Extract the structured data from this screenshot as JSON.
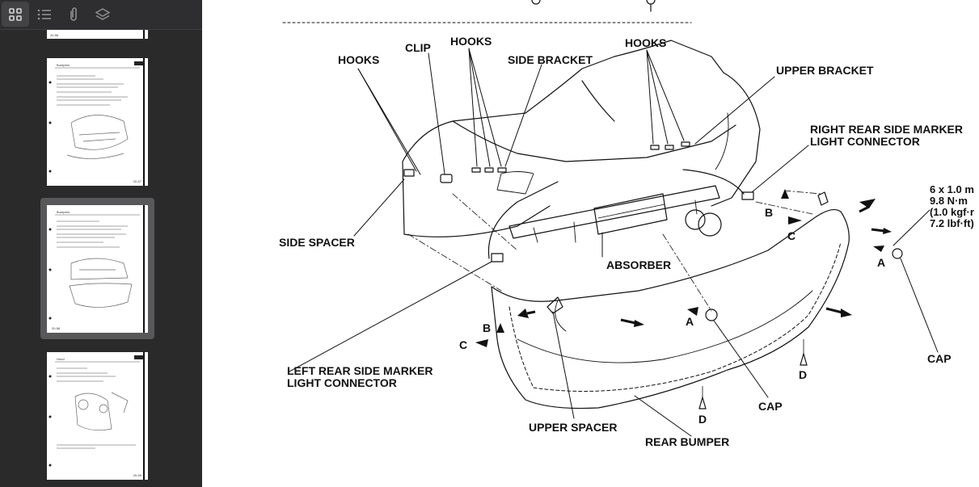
{
  "sidebar": {
    "toolbar": [
      {
        "name": "thumbnails",
        "icon": "grid-icon"
      },
      {
        "name": "outline",
        "icon": "list-icon"
      },
      {
        "name": "attachments",
        "icon": "paperclip-icon"
      },
      {
        "name": "layers",
        "icon": "layers-icon"
      }
    ],
    "thumbnails": [
      {
        "page_label": "20-56"
      },
      {
        "page_label": "20-57",
        "heading": "Bumpers"
      },
      {
        "page_label": "20-58",
        "heading": "Bumpers",
        "selected": true
      },
      {
        "page_label": "20-59",
        "heading": "Hood"
      }
    ]
  },
  "diagram": {
    "labels": {
      "hooks_left": "HOOKS",
      "clip": "CLIP",
      "hooks_center": "HOOKS",
      "side_bracket": "SIDE BRACKET",
      "hooks_right": "HOOKS",
      "upper_bracket": "UPPER BRACKET",
      "right_marker": "RIGHT REAR SIDE MARKER\nLIGHT CONNECTOR",
      "torque_1": "6 x 1.0 m",
      "torque_2": "9.8 N·m",
      "torque_3": "(1.0 kgf·r",
      "torque_4": "7.2 lbf·ft)",
      "side_spacer": "SIDE SPACER",
      "absorber": "ABSORBER",
      "left_marker": "LEFT REAR SIDE MARKER\nLIGHT CONNECTOR",
      "upper_spacer": "UPPER SPACER",
      "rear_bumper": "REAR BUMPER",
      "cap_center": "CAP",
      "cap_right": "CAP",
      "ref_b1": "B",
      "ref_c1": "C",
      "ref_a1": "A",
      "ref_b2": "B",
      "ref_c2": "C",
      "ref_a2": "A",
      "ref_d1": "D",
      "ref_d2": "D"
    }
  }
}
